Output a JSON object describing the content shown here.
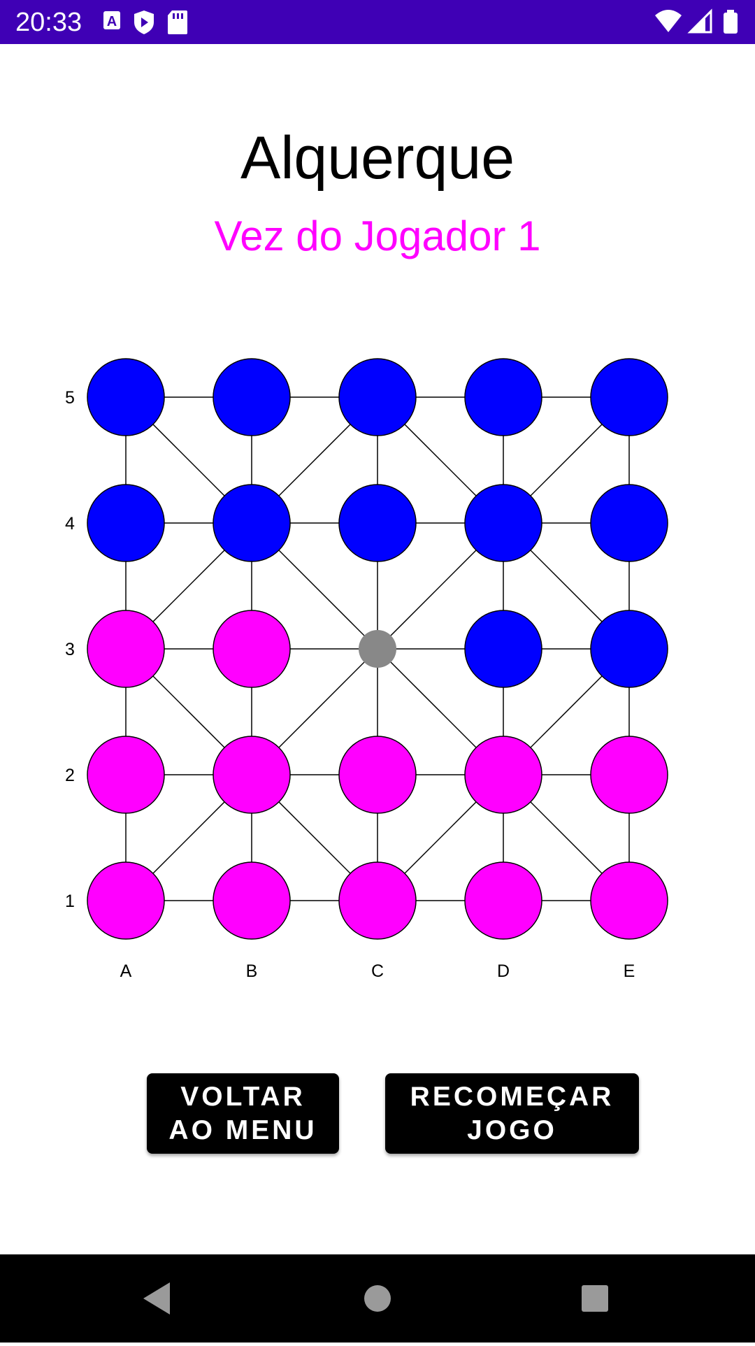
{
  "status_bar": {
    "time": "20:33",
    "left_icons": [
      "a-notification-icon",
      "shield-play-icon",
      "sd-card-icon"
    ],
    "right_icons": [
      "wifi-icon",
      "cell-signal-icon",
      "battery-icon"
    ],
    "background": "#3F00B5"
  },
  "game": {
    "title": "Alquerque",
    "turn_text": "Vez do Jogador 1",
    "turn_color": "#FF00FF",
    "colors": {
      "player1": "#FF00FF",
      "player2": "#0000FF",
      "empty": "#888888"
    },
    "board": {
      "columns": [
        "A",
        "B",
        "C",
        "D",
        "E"
      ],
      "rows": [
        "5",
        "4",
        "3",
        "2",
        "1"
      ],
      "cells": [
        [
          "blue",
          "blue",
          "blue",
          "blue",
          "blue"
        ],
        [
          "blue",
          "blue",
          "blue",
          "blue",
          "blue"
        ],
        [
          "magenta",
          "magenta",
          "empty",
          "blue",
          "blue"
        ],
        [
          "magenta",
          "magenta",
          "magenta",
          "magenta",
          "magenta"
        ],
        [
          "magenta",
          "magenta",
          "magenta",
          "magenta",
          "magenta"
        ]
      ]
    }
  },
  "buttons": {
    "back_to_menu": "VOLTAR\nAO MENU",
    "restart_game": "RECOMEÇAR\nJOGO"
  },
  "nav_bar": {
    "icons": [
      "back-triangle-icon",
      "home-circle-icon",
      "recents-square-icon"
    ]
  }
}
